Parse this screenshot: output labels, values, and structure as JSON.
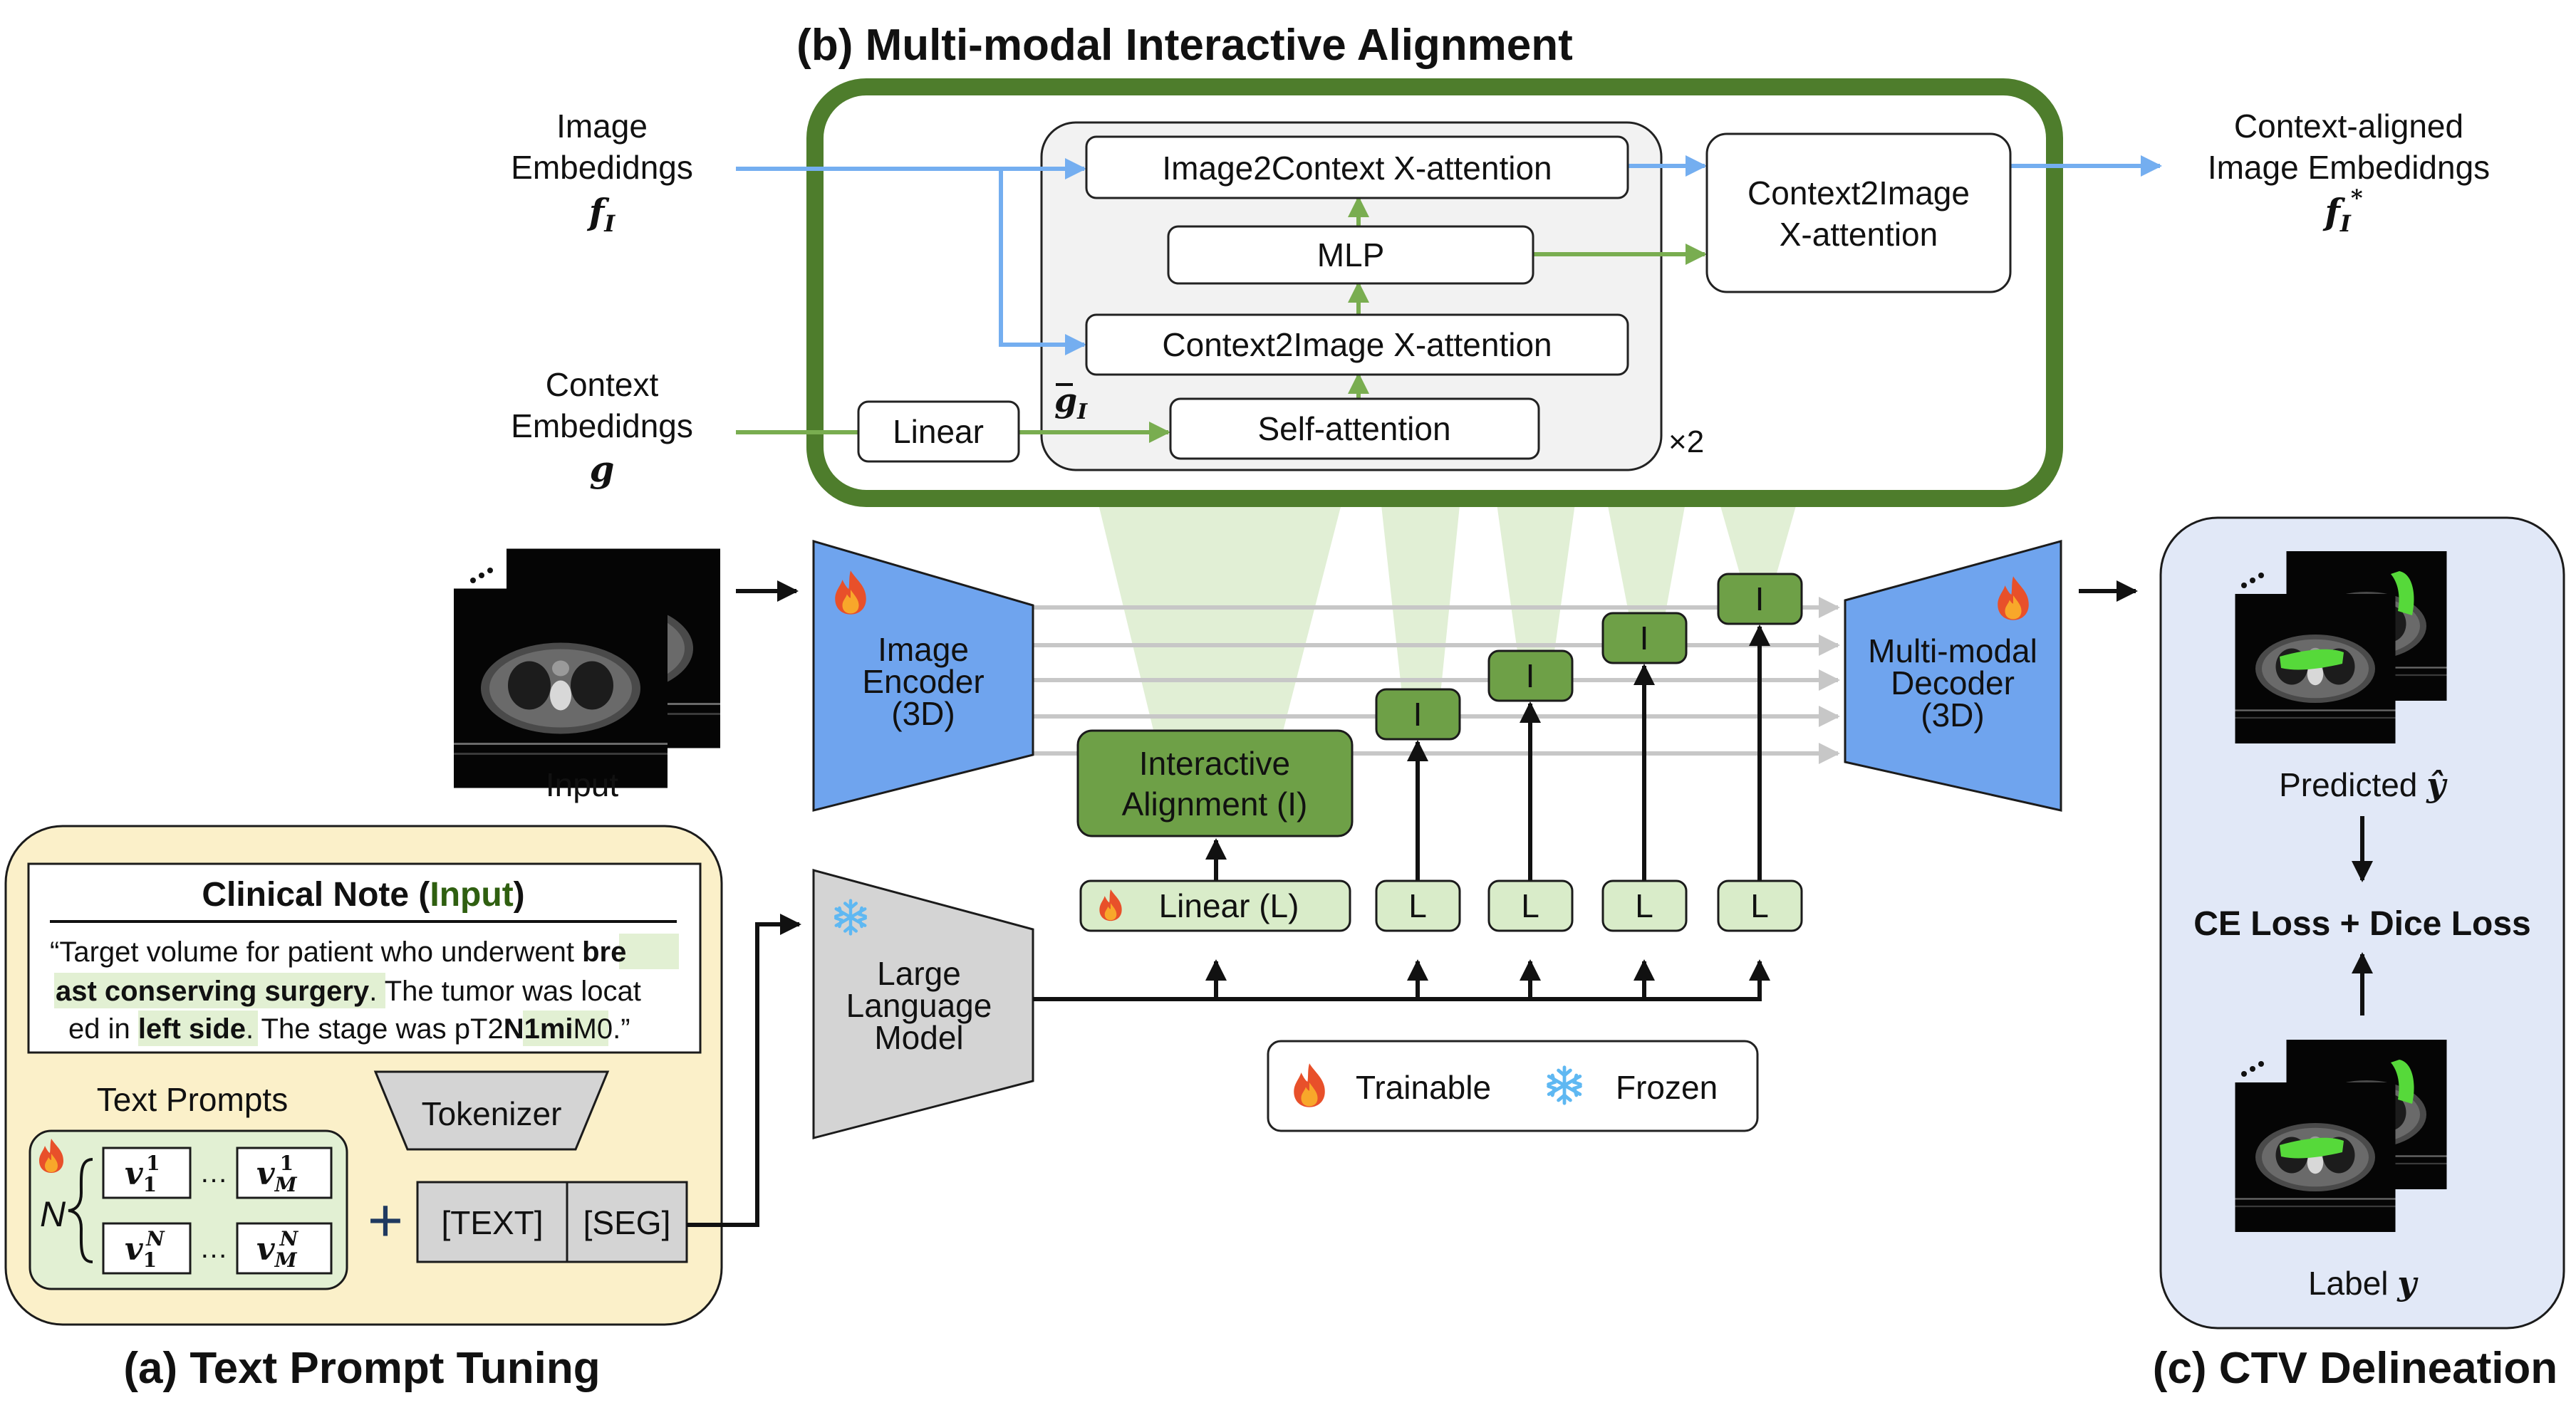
{
  "titles": {
    "b": "(b) Multi-modal Interactive Alignment",
    "a": "(a) Text Prompt Tuning",
    "c": "(c) CTV Delineation"
  },
  "alignment": {
    "image_emb_l1": "Image",
    "image_emb_l2": "Embedidngs",
    "image_emb_sym": "f",
    "image_emb_sub": "I",
    "context_emb_l1": "Context",
    "context_emb_l2": "Embedidngs",
    "context_emb_sym": "g",
    "out_l1": "Context-aligned",
    "out_l2": "Image Embedidngs",
    "out_sym": "f",
    "out_sub": "I",
    "out_sup": "*",
    "i2c": "Image2Context X-attention",
    "mlp": "MLP",
    "c2i_inner": "Context2Image X-attention",
    "self_attn": "Self-attention",
    "linear": "Linear",
    "g_bar": "g",
    "g_bar_sub": "I",
    "repeat": "×2",
    "c2i_l1": "Context2Image",
    "c2i_l2": "X-attention"
  },
  "pipeline": {
    "input_label": "Input",
    "encoder_l1": "Image",
    "encoder_l2": "Encoder",
    "encoder_l3": "(3D)",
    "decoder_l1": "Multi-modal",
    "decoder_l2": "Decoder",
    "decoder_l3": "(3D)",
    "llm_l1": "Large",
    "llm_l2": "Language",
    "llm_l3": "Model",
    "ia_l1": "Interactive",
    "ia_l2": "Alignment (I)",
    "linear_L": "Linear (L)",
    "L": "L",
    "I": "I",
    "legend_trainable": "Trainable",
    "legend_frozen": "Frozen"
  },
  "text_prompt": {
    "note_title_pre": "Clinical Note (",
    "note_title_hl": "Input",
    "note_title_post": ")",
    "line1_pre": "“Target volume for patient who underwent ",
    "line1_hl": "bre",
    "line2_hl": "ast conserving surgery",
    "line2_post": ". The tumor was locat",
    "line3_pre": "ed in ",
    "line3_hl": "left side",
    "line3_mid": ". The stage was pT2",
    "line3_hl2": "N1mi",
    "line3_post": "M0.”",
    "prompts_label": "Text Prompts",
    "N": "N",
    "v": "v",
    "sub1": "1",
    "subM": "M",
    "sup1": "1",
    "supN": "N",
    "dots": "…",
    "tokenizer": "Tokenizer",
    "text_token": "[TEXT]",
    "seg_token": "[SEG]",
    "plus": "+"
  },
  "ctv": {
    "predicted": "Predicted ",
    "pred_sym": "ŷ",
    "loss": "CE Loss + Dice Loss",
    "label": "Label ",
    "label_sym": "y"
  },
  "colors": {
    "green_dark": "#4e7d2c",
    "green_box": "#6ea047",
    "green_light": "#d9ecc9",
    "blue_arrow": "#74aef0",
    "blue_block": "#6fa4ee",
    "gray_block": "#d4d4d4",
    "yellow_panel": "#fbf0c9",
    "blue_panel": "#e1e8f7",
    "ct_mask": "#56d93a"
  },
  "icons": [
    "flame-icon",
    "snowflake-icon"
  ]
}
